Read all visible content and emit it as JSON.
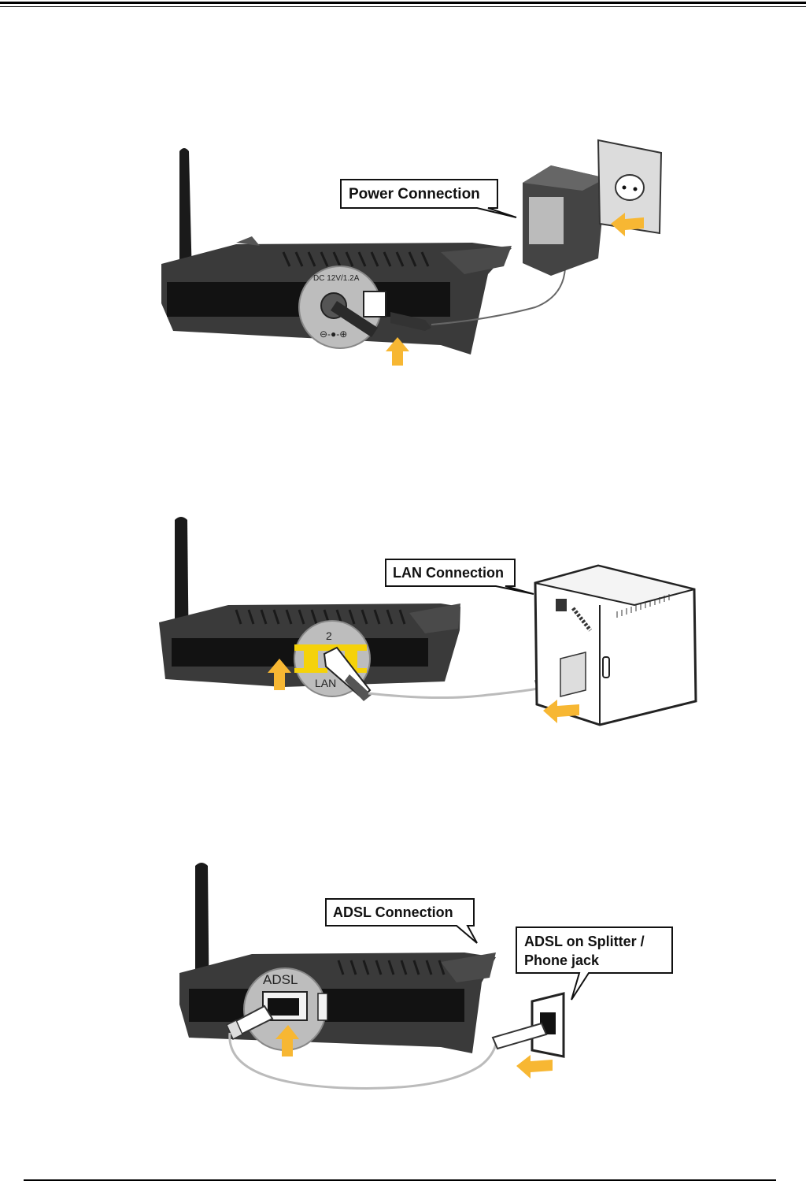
{
  "figures": {
    "power": {
      "callout": "Power Connection",
      "jack_label": "DC 12V/1.2A",
      "polarity": "⊖-●-⊕"
    },
    "lan": {
      "callout": "LAN Connection",
      "port_number": "2",
      "port_label": "LAN"
    },
    "adsl": {
      "callout": "ADSL Connection",
      "port_label": "ADSL",
      "wall_callout_line1": "ADSL on Splitter /",
      "wall_callout_line2": "Phone jack"
    }
  },
  "colors": {
    "router_body": "#3a3a3a",
    "router_dark": "#1a1a1a",
    "arrow": "#f7b733",
    "highlight": "#f5d20a",
    "callout_border": "#111111"
  }
}
